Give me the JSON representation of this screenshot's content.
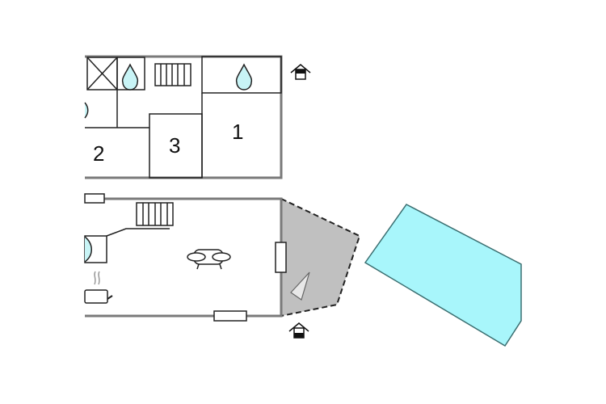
{
  "rooms": [
    {
      "label": "1"
    },
    {
      "label": "2"
    },
    {
      "label": "3"
    }
  ],
  "colors": {
    "wall": "#7a7a7a",
    "line": "#222222",
    "water": "#c8f4f6",
    "pool": "#a8f6fb",
    "terrace": "#c0c0c0"
  },
  "icons": [
    "entrance-icon",
    "shower-icon",
    "stairs-icon",
    "sofa-icon",
    "stove-icon",
    "terrace-icon",
    "pool"
  ]
}
